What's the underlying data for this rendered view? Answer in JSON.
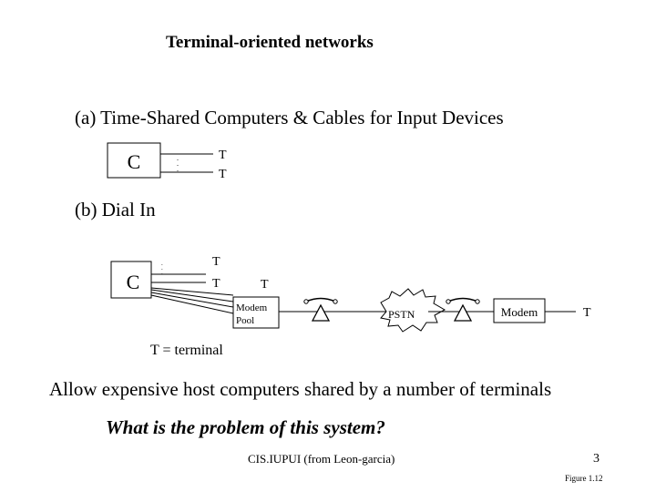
{
  "title": "Terminal-oriented networks",
  "section_a": {
    "label": "(a) Time-Shared Computers & Cables for Input Devices",
    "computer": "C",
    "terminals": [
      "T",
      "T"
    ]
  },
  "section_b": {
    "label": "(b) Dial In",
    "computer": "C",
    "terminals": [
      "T",
      "T",
      "T"
    ],
    "modem_pool": [
      "Modem",
      "Pool"
    ],
    "network": "PSTN",
    "modem": "Modem",
    "remote_terminal": "T"
  },
  "legend": "T = terminal",
  "statement": "Allow expensive host computers shared by a number of terminals",
  "question": "What is the problem of this system?",
  "footer": {
    "source": "CIS.IUPUI (from Leon-garcia)",
    "page": "3",
    "figure": "Figure 1.12"
  }
}
